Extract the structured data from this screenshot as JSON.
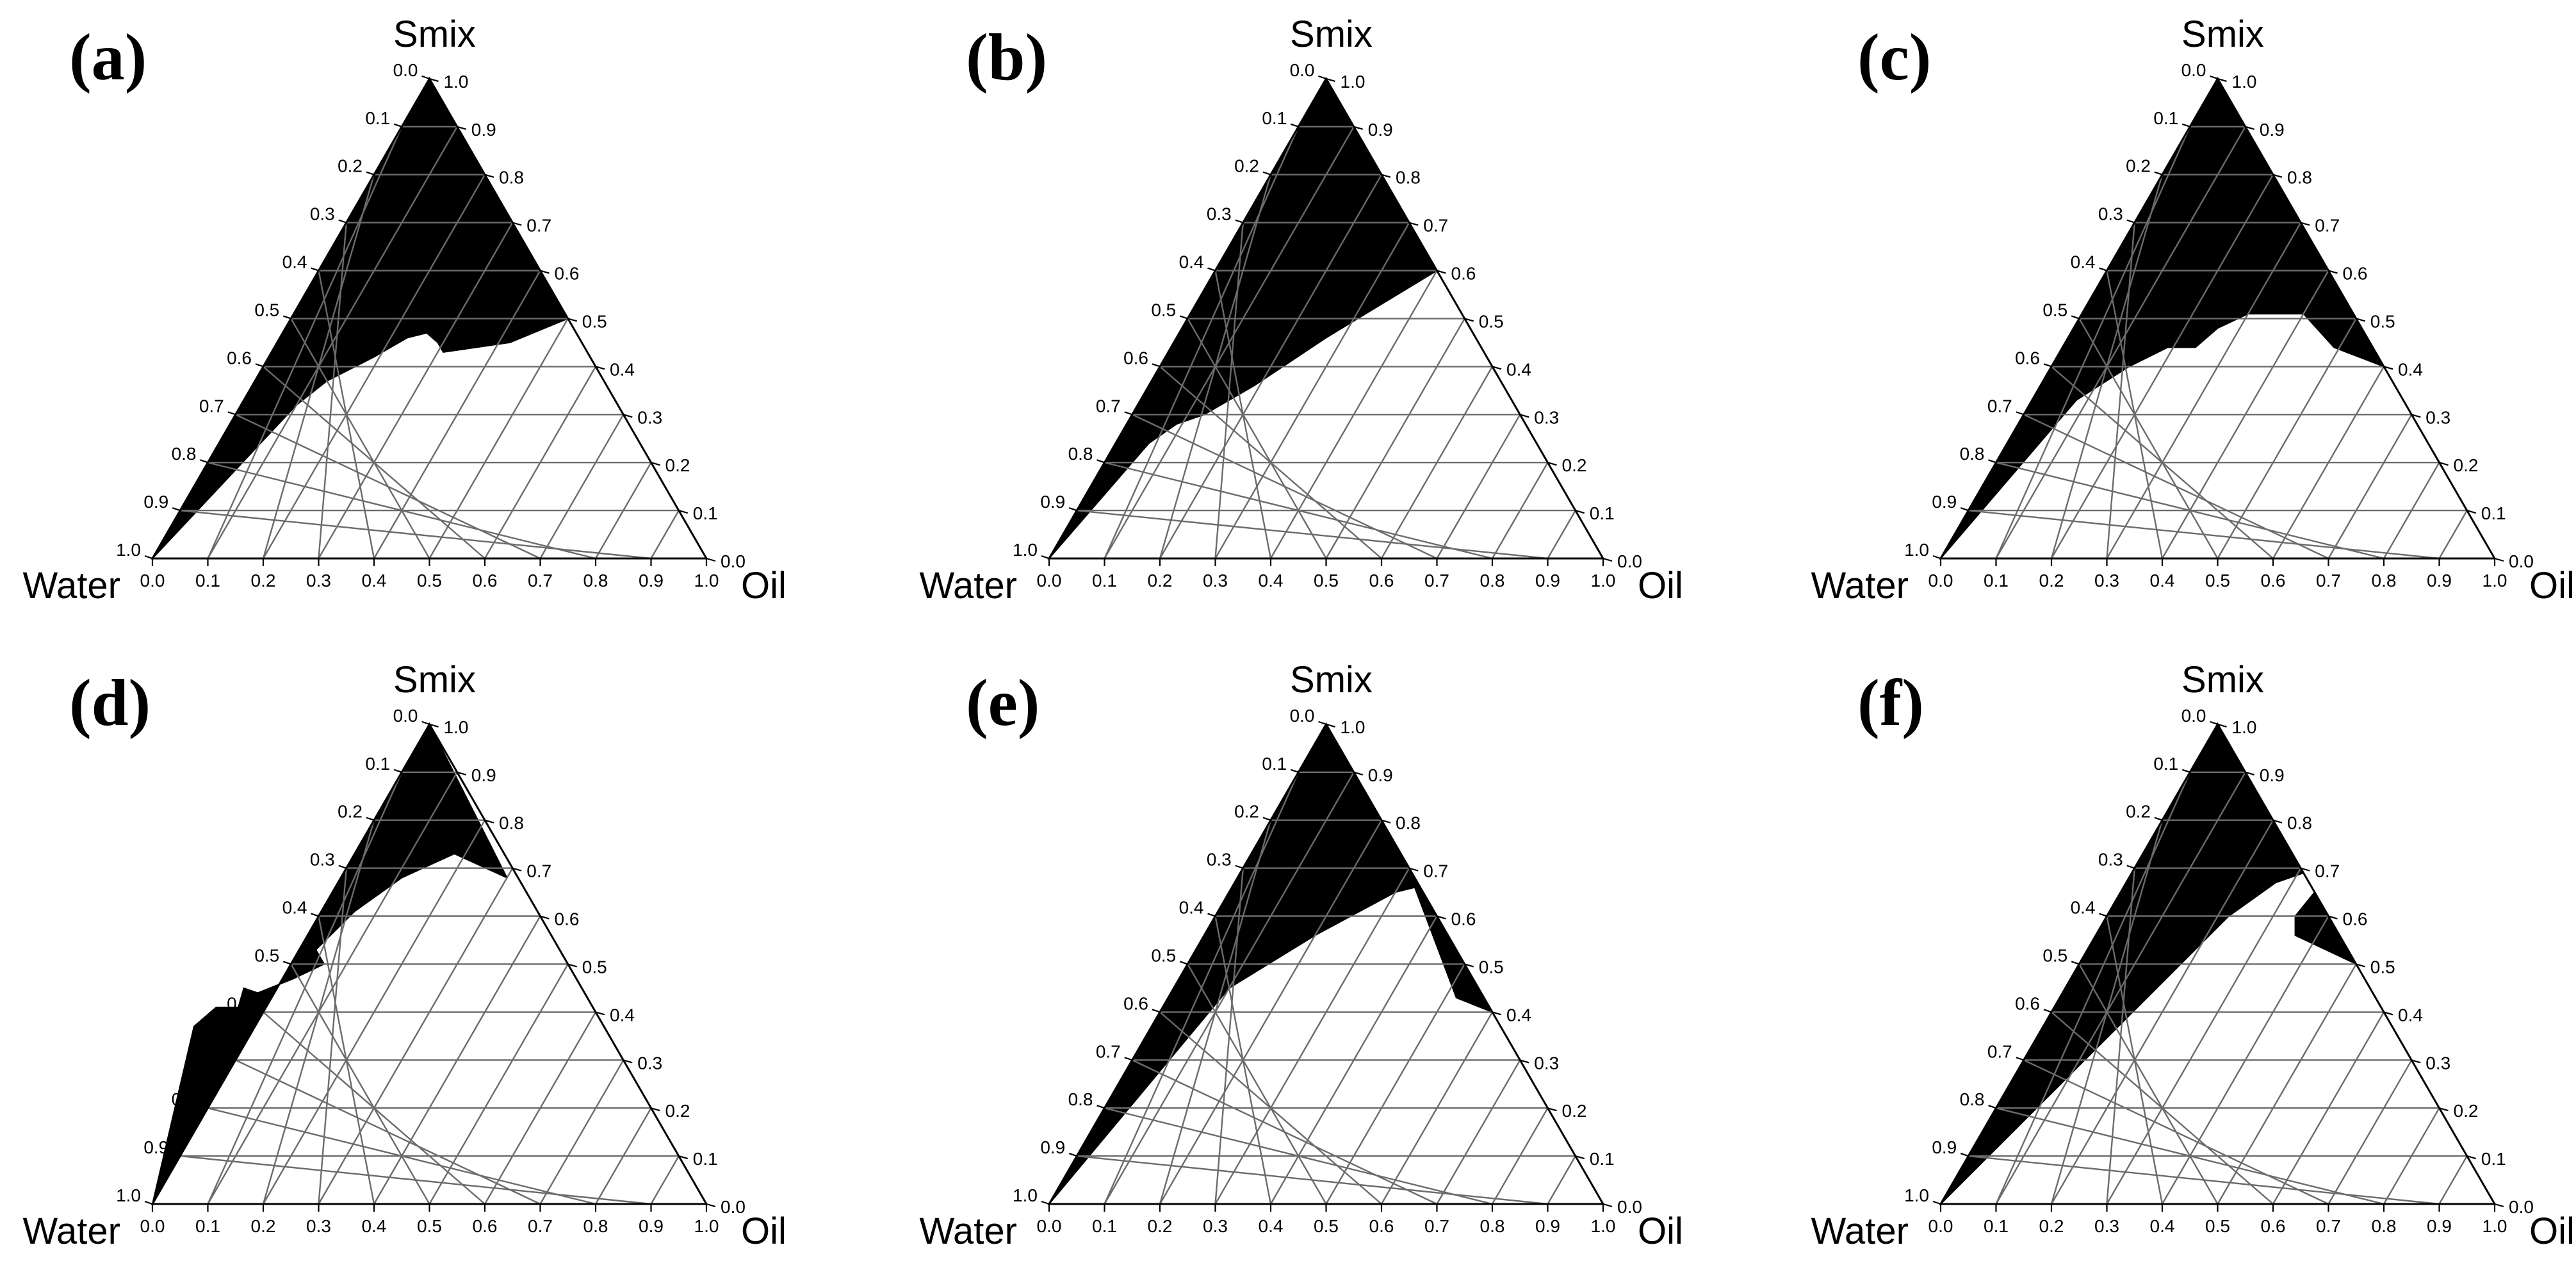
{
  "chart_data": [
    {
      "type": "ternary",
      "panel": "(a)",
      "vertices": {
        "top": "Smix",
        "left": "Water",
        "right": "Oil"
      },
      "ticks": [
        "0.0",
        "0.1",
        "0.2",
        "0.3",
        "0.4",
        "0.5",
        "0.6",
        "0.7",
        "0.8",
        "0.9",
        "1.0"
      ],
      "grid": true,
      "region_color": "#000000",
      "region": [
        {
          "oil": 0.0,
          "smix": 1.0
        },
        {
          "oil": 0.5,
          "smix": 0.5
        },
        {
          "oil": 0.42,
          "smix": 0.45
        },
        {
          "oil": 0.31,
          "smix": 0.43
        },
        {
          "oil": 0.29,
          "smix": 0.45
        },
        {
          "oil": 0.26,
          "smix": 0.47
        },
        {
          "oil": 0.23,
          "smix": 0.46
        },
        {
          "oil": 0.19,
          "smix": 0.42
        },
        {
          "oil": 0.13,
          "smix": 0.37
        },
        {
          "oil": 0.1,
          "smix": 0.32
        },
        {
          "oil": 0.0,
          "smix": 0.0
        }
      ]
    },
    {
      "type": "ternary",
      "panel": "(b)",
      "vertices": {
        "top": "Smix",
        "left": "Water",
        "right": "Oil"
      },
      "ticks": [
        "0.0",
        "0.1",
        "0.2",
        "0.3",
        "0.4",
        "0.5",
        "0.6",
        "0.7",
        "0.8",
        "0.9",
        "1.0"
      ],
      "grid": true,
      "region_color": "#000000",
      "region": [
        {
          "oil": 0.0,
          "smix": 1.0
        },
        {
          "oil": 0.4,
          "smix": 0.6
        },
        {
          "oil": 0.27,
          "smix": 0.46
        },
        {
          "oil": 0.19,
          "smix": 0.36
        },
        {
          "oil": 0.13,
          "smix": 0.3
        },
        {
          "oil": 0.09,
          "smix": 0.28
        },
        {
          "oil": 0.06,
          "smix": 0.24
        },
        {
          "oil": 0.0,
          "smix": 0.0
        }
      ]
    },
    {
      "type": "ternary",
      "panel": "(c)",
      "vertices": {
        "top": "Smix",
        "left": "Water",
        "right": "Oil"
      },
      "ticks": [
        "0.0",
        "0.1",
        "0.2",
        "0.3",
        "0.4",
        "0.5",
        "0.6",
        "0.7",
        "0.8",
        "0.9",
        "1.0"
      ],
      "grid": true,
      "region_color": "#000000",
      "region": [
        {
          "oil": 0.0,
          "smix": 1.0
        },
        {
          "oil": 0.6,
          "smix": 0.4
        },
        {
          "oil": 0.49,
          "smix": 0.44
        },
        {
          "oil": 0.4,
          "smix": 0.51
        },
        {
          "oil": 0.3,
          "smix": 0.51
        },
        {
          "oil": 0.26,
          "smix": 0.48
        },
        {
          "oil": 0.24,
          "smix": 0.44
        },
        {
          "oil": 0.19,
          "smix": 0.44
        },
        {
          "oil": 0.14,
          "smix": 0.4
        },
        {
          "oil": 0.08,
          "smix": 0.33
        },
        {
          "oil": 0.0,
          "smix": 0.0
        }
      ]
    },
    {
      "type": "ternary",
      "panel": "(d)",
      "vertices": {
        "top": "Smix",
        "left": "Water",
        "right": "Oil"
      },
      "ticks": [
        "0.0",
        "0.1",
        "0.2",
        "0.3",
        "0.4",
        "0.5",
        "0.6",
        "0.7",
        "0.8",
        "0.9",
        "1.0"
      ],
      "grid": true,
      "region_color": "#000000",
      "region": [
        {
          "oil": 0.0,
          "smix": 1.0
        },
        {
          "oil": 0.3,
          "smix": 0.68
        },
        {
          "oil": 0.18,
          "smix": 0.73
        },
        {
          "oil": 0.11,
          "smix": 0.68
        },
        {
          "oil": 0.06,
          "smix": 0.61
        },
        {
          "oil": 0.03,
          "smix": 0.53
        },
        {
          "oil": 0.06,
          "smix": 0.5
        },
        {
          "oil": 0.02,
          "smix": 0.47
        },
        {
          "oil": -0.03,
          "smix": 0.44
        },
        {
          "oil": -0.06,
          "smix": 0.45
        },
        {
          "oil": -0.05,
          "smix": 0.41
        },
        {
          "oil": -0.09,
          "smix": 0.41
        },
        {
          "oil": -0.11,
          "smix": 0.37
        },
        {
          "oil": 0.0,
          "smix": 0.0
        }
      ]
    },
    {
      "type": "ternary",
      "panel": "(e)",
      "vertices": {
        "top": "Smix",
        "left": "Water",
        "right": "Oil"
      },
      "ticks": [
        "0.0",
        "0.1",
        "0.2",
        "0.3",
        "0.4",
        "0.5",
        "0.6",
        "0.7",
        "0.8",
        "0.9",
        "1.0"
      ],
      "grid": true,
      "region_color": "#000000",
      "region": [
        {
          "oil": 0.0,
          "smix": 1.0
        },
        {
          "oil": 0.6,
          "smix": 0.4
        },
        {
          "oil": 0.52,
          "smix": 0.43
        },
        {
          "oil": 0.33,
          "smix": 0.66
        },
        {
          "oil": 0.3,
          "smix": 0.65
        },
        {
          "oil": 0.2,
          "smix": 0.56
        },
        {
          "oil": 0.1,
          "smix": 0.45
        },
        {
          "oil": 0.0,
          "smix": 0.0
        }
      ]
    },
    {
      "type": "ternary",
      "panel": "(f)",
      "vertices": {
        "top": "Smix",
        "left": "Water",
        "right": "Oil"
      },
      "ticks": [
        "0.0",
        "0.1",
        "0.2",
        "0.3",
        "0.4",
        "0.5",
        "0.6",
        "0.7",
        "0.8",
        "0.9",
        "1.0"
      ],
      "grid": true,
      "region_color": "#000000",
      "region": [
        {
          "oil": 0.0,
          "smix": 1.0
        },
        {
          "oil": 0.5,
          "smix": 0.5
        },
        {
          "oil": 0.36,
          "smix": 0.56
        },
        {
          "oil": 0.34,
          "smix": 0.6
        },
        {
          "oil": 0.35,
          "smix": 0.65
        },
        {
          "oil": 0.31,
          "smix": 0.69
        },
        {
          "oil": 0.27,
          "smix": 0.67
        },
        {
          "oil": 0.22,
          "smix": 0.6
        },
        {
          "oil": 0.0,
          "smix": 0.0
        }
      ]
    }
  ]
}
